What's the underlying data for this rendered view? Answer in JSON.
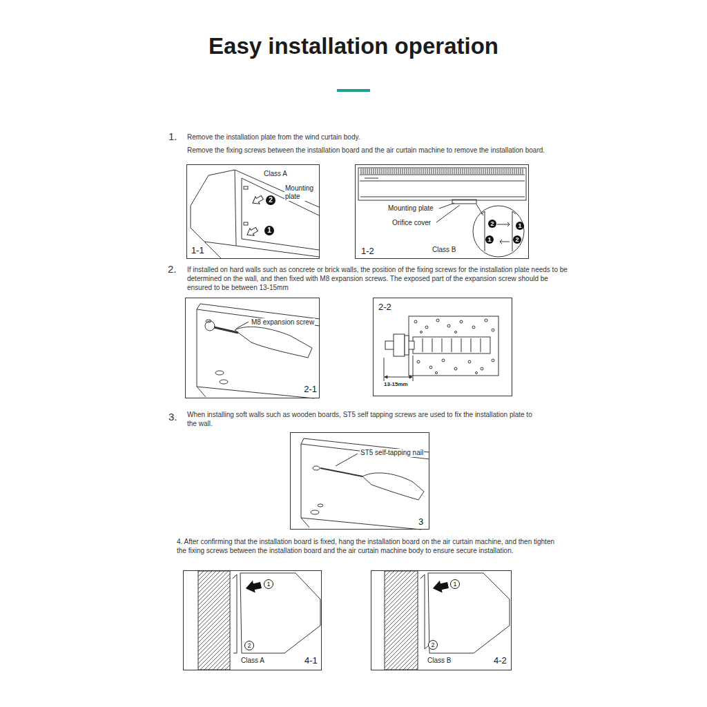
{
  "diagram": {
    "title": "Easy installation operation",
    "nodes": [
      {
        "text": [
          "Class A",
          "Mounting plate",
          "2",
          "1",
          "1-1"
        ]
      },
      {
        "text": [
          "Mounting plate",
          "Orifice cover",
          "2",
          "1",
          "1",
          "2",
          "1-2",
          "Class B"
        ]
      },
      {
        "text": [
          "M8 expansion screw",
          "2-1"
        ]
      },
      {
        "text": [
          "2-2",
          "13-15mm"
        ]
      },
      {
        "text": [
          "ST5 self-tapping nail",
          "3"
        ]
      },
      {
        "text": [
          "1",
          "2",
          "Class A",
          "4-1"
        ]
      },
      {
        "text": [
          "1",
          "2",
          "Class B",
          "4-2"
        ]
      }
    ],
    "edges": [],
    "labels": [
      "1.",
      "Remove the installation plate from the wind curtain body.",
      "Remove the fixing screws between the installation board and the air curtain machine to remove the installation board.",
      "2.",
      "If installed on hard walls such as concrete or brick walls, the position of the fixing screws for the installation plate needs to be determined on the wall, and then fixed with M8 expansion screws. The exposed part of the expansion screw should be ensured to be between 13-15mm",
      "3.",
      "When installing soft walls such as wooden boards, ST5 self tapping screws are used to fix the installation plate to the wall.",
      "4. After confirming that the installation board is fixed, hang the installation board on the air curtain machine, and then tighten the fixing screws between the installation board and the air curtain machine body to ensure secure installation."
    ]
  }
}
